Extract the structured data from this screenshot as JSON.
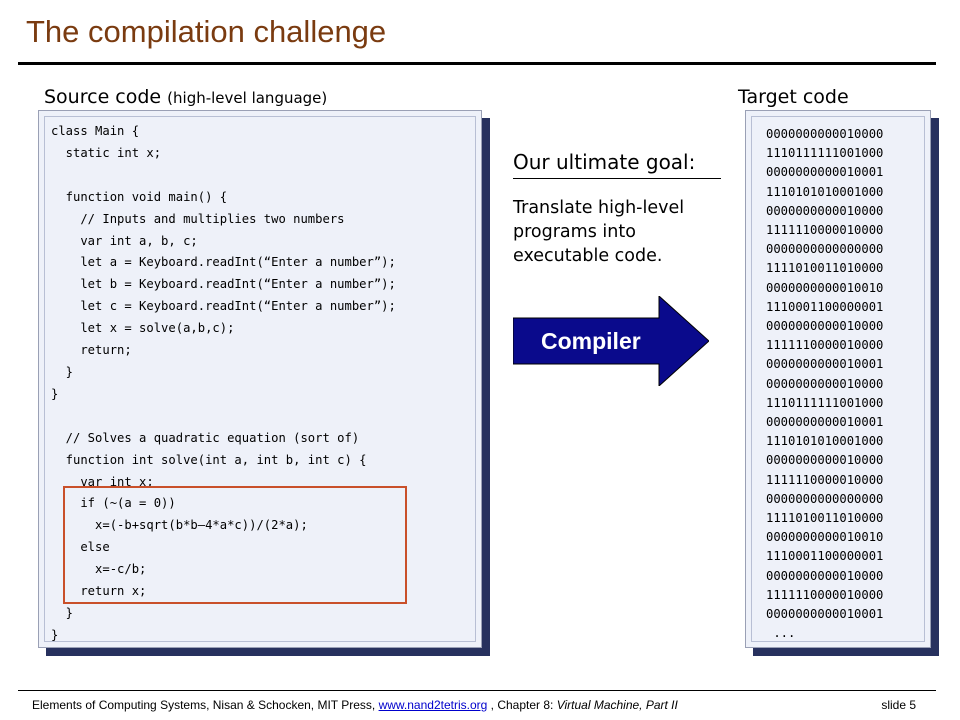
{
  "slide": {
    "title": "The compilation challenge",
    "source_label": "Source code",
    "source_label_small": "(high-level language)",
    "target_label": "Target code",
    "goal_title": "Our ultimate goal:",
    "goal_text": "Translate high-level programs into executable code.",
    "compiler_label": "Compiler",
    "slide_number": "slide 5"
  },
  "source_code": [
    "class Main {",
    "  static int x;",
    "",
    "  function void main() {",
    "    // Inputs and multiplies two numbers",
    "    var int a, b, c;",
    "    let a = Keyboard.readInt(“Enter a number”);",
    "    let b = Keyboard.readInt(“Enter a number”);",
    "    let c = Keyboard.readInt(“Enter a number”);",
    "    let x = solve(a,b,c);",
    "    return;",
    "  }",
    "}",
    "",
    "  // Solves a quadratic equation (sort of)",
    "  function int solve(int a, int b, int c) {",
    "    var int x;",
    "    if (~(a = 0))",
    "      x=(-b+sqrt(b*b–4*a*c))/(2*a);",
    "    else",
    "      x=-c/b;",
    "    return x;",
    "  }",
    "}"
  ],
  "target_code": [
    "0000000000010000",
    "1110111111001000",
    "0000000000010001",
    "1110101010001000",
    "0000000000010000",
    "1111110000010000",
    "0000000000000000",
    "1111010011010000",
    "0000000000010010",
    "1110001100000001",
    "0000000000010000",
    "1111110000010000",
    "0000000000010001",
    "0000000000010000",
    "1110111111001000",
    "0000000000010001",
    "1110101010001000",
    "0000000000010000",
    "1111110000010000",
    "0000000000000000",
    "1111010011010000",
    "0000000000010010",
    "1110001100000001",
    "0000000000010000",
    "1111110000010000",
    "0000000000010001",
    " ..."
  ],
  "footer": {
    "prefix": "Elements of Computing Systems, Nisan & Schocken, MIT Press, ",
    "link": "www.nand2tetris.org",
    "middle": " , Chapter 8: ",
    "chapter_title": "Virtual Machine, Part II"
  },
  "colors": {
    "title": "#7a3b10",
    "arrow_fill": "#0a0a8c",
    "highlight_border": "#c9502a",
    "panel_fill": "#eef1f9",
    "panel_shadow": "#27315e"
  }
}
